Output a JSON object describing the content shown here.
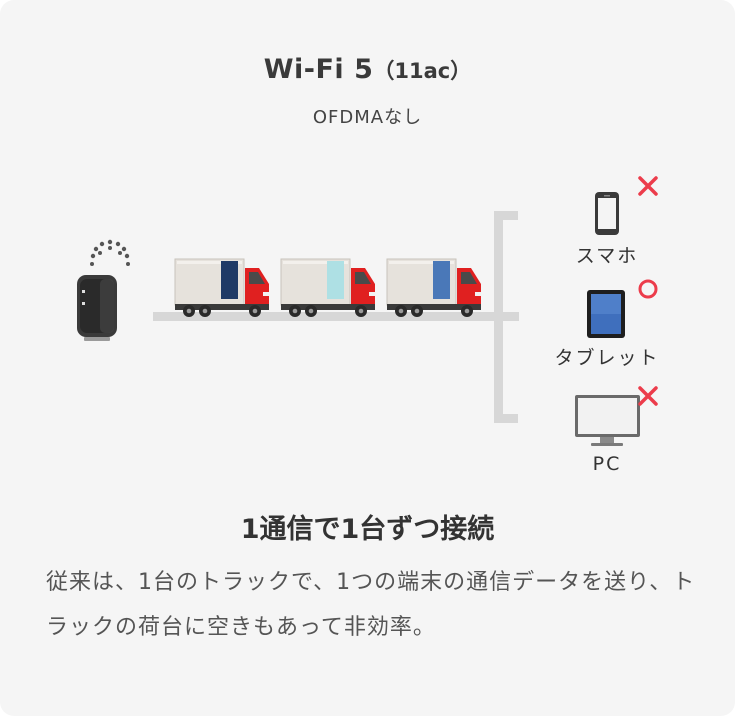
{
  "title": {
    "main": "Wi-Fi 5",
    "suffix": "（11ac）",
    "subtitle": "OFDMAなし"
  },
  "devices": [
    {
      "label": "スマホ",
      "icon": "smartphone-icon",
      "status": "×",
      "status_icon": "cross-icon"
    },
    {
      "label": "タブレット",
      "icon": "tablet-icon",
      "status": "○",
      "status_icon": "circle-icon"
    },
    {
      "label": "PC",
      "icon": "monitor-icon",
      "status": "×",
      "status_icon": "cross-icon"
    }
  ],
  "trucks": [
    {
      "cargo_color": "#1f3a66"
    },
    {
      "cargo_color": "#aee0e4"
    },
    {
      "cargo_color": "#4a78b8"
    }
  ],
  "colors": {
    "rail": "#d7d7d7",
    "truck_cab": "#e02020",
    "status_mark": "#ec3c4b"
  },
  "heading": "1通信で1台ずつ接続",
  "description": "従来は、1台のトラックで、1つの端末の通信データを送り、トラックの荷台に空きもあって非効率。"
}
